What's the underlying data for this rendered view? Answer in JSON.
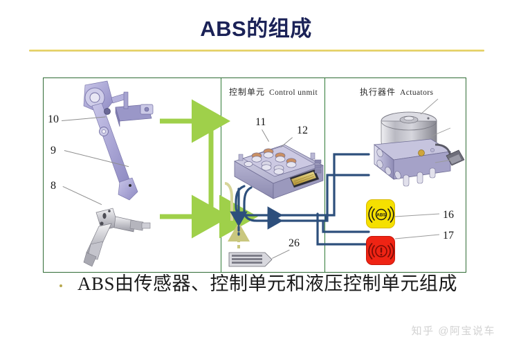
{
  "slide": {
    "title": "ABS的组成",
    "watermark": "知乎 @阿宝说车"
  },
  "diagram": {
    "panels": [
      {
        "id": "sensors",
        "header_cn": "",
        "header_en": ""
      },
      {
        "id": "control-unit",
        "header_cn": "控制单元",
        "header_en": "Control unmit"
      },
      {
        "id": "actuators",
        "header_cn": "执行器件",
        "header_en": "Actuators"
      }
    ],
    "callouts": [
      {
        "number": "10",
        "target": "brake-pedal-switch"
      },
      {
        "number": "9",
        "target": "brake-pedal-lever"
      },
      {
        "number": "8",
        "target": "wheel-speed-sensor"
      },
      {
        "number": "11",
        "target": "ecu-solenoid-valves"
      },
      {
        "number": "12",
        "target": "ecu-connector"
      },
      {
        "number": "26",
        "target": "wiring-connector"
      },
      {
        "number": "16",
        "target": "abs-warning-lamp"
      },
      {
        "number": "17",
        "target": "brake-warning-lamp"
      }
    ],
    "lamps": {
      "abs": {
        "label": "ABS",
        "color": "#f5e000"
      },
      "brake": {
        "label": "!",
        "color": "#ef2414"
      }
    }
  },
  "body": {
    "bullet": "ABS由传感器、控制单元和液压控制单元组成"
  },
  "colors": {
    "title": "#1b2257",
    "divider": "#d8c14a",
    "frame_border": "#2f6b34",
    "green_arrow": "#9fd04a",
    "blue_line": "#2d4f7c",
    "abs_lamp": "#f5e000",
    "brake_lamp": "#ef2414",
    "component_purple": "#a9a6d8"
  }
}
